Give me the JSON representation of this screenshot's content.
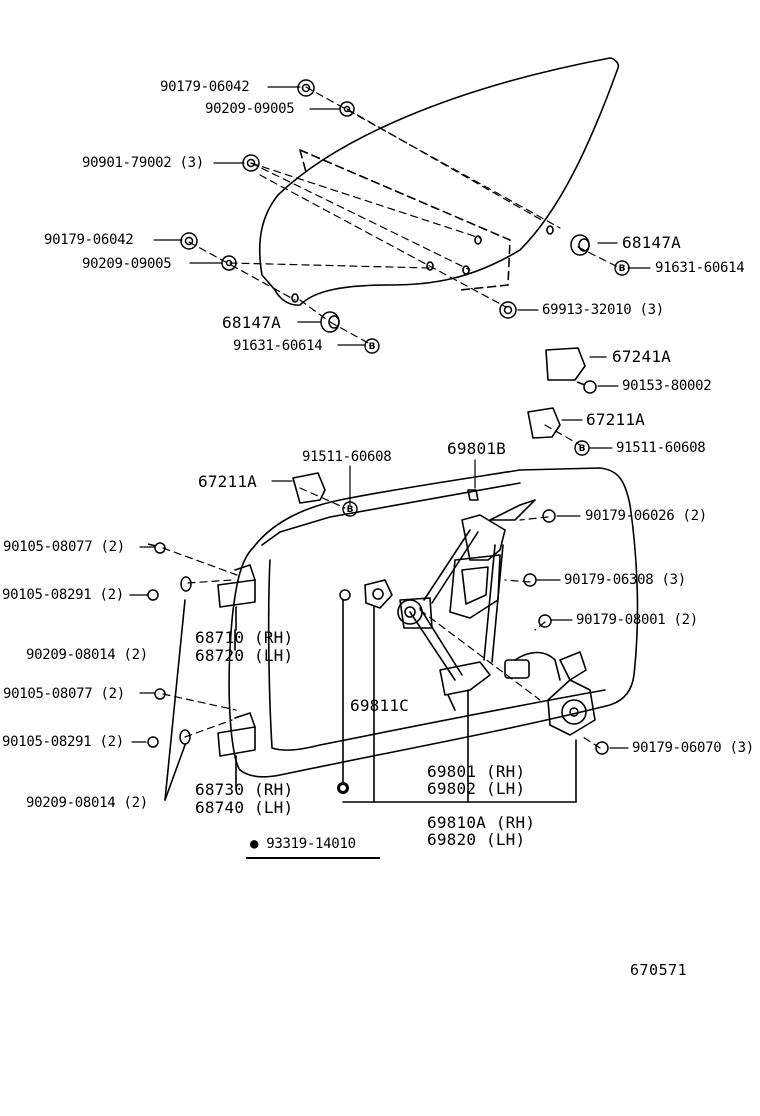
{
  "diagram": {
    "callouts": {
      "p90179_06042_top": "90179-06042",
      "p90209_09005_top": "90209-09005",
      "p90901_79002": "90901-79002 (3)",
      "p90179_06042_mid": "90179-06042",
      "p90209_09005_mid": "90209-09005",
      "p68147A_right": "68147A",
      "p91631_60614_right": "91631-60614",
      "p69913_32010": "69913-32010 (3)",
      "p68147A_left": "68147A",
      "p91631_60614_left": "91631-60614",
      "p67241A": "67241A",
      "p90153_80002": "90153-80002",
      "p67211A_right": "67211A",
      "p91511_60608_right": "91511-60608",
      "p91511_60608_top": "91511-60608",
      "p69801B": "69801B",
      "p67211A_left": "67211A",
      "p90179_06026": "90179-06026 (2)",
      "p90105_08077_a": "90105-08077 (2)",
      "p90179_06308": "90179-06308 (3)",
      "p90105_08291_a": "90105-08291 (2)",
      "p90179_08001": "90179-08001 (2)",
      "p68710": "68710 (RH)",
      "p68720": "68720 (LH)",
      "p90209_08014_a": "90209-08014 (2)",
      "p90105_08077_b": "90105-08077 (2)",
      "p69811C": "69811C",
      "p90105_08291_b": "90105-08291 (2)",
      "p90179_06070": "90179-06070 (3)",
      "p68730": "68730 (RH)",
      "p68740": "68740 (LH)",
      "p69801": "69801 (RH)",
      "p69802": "69802 (LH)",
      "p90209_08014_b": "90209-08014 (2)",
      "p69810A": "69810A (RH)",
      "p69820": "69820  (LH)",
      "p93319_14010": "93319-14010"
    },
    "kit_symbol": "●",
    "washer_letter": "B",
    "reference_number": "670571"
  }
}
